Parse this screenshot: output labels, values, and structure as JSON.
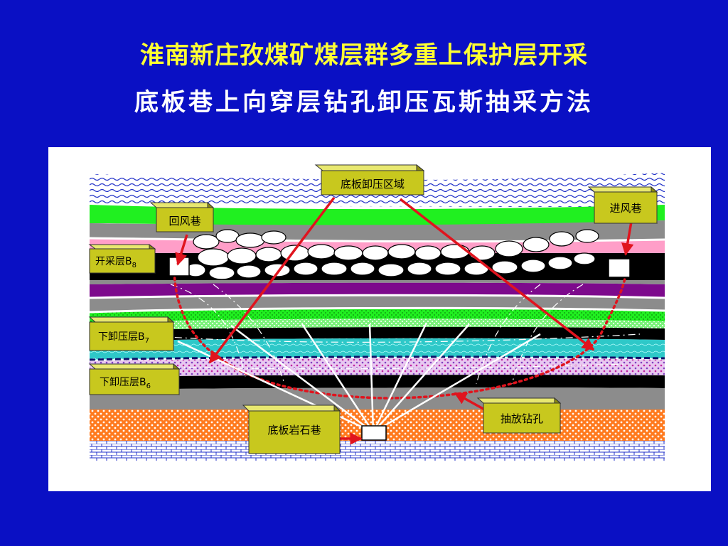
{
  "slide": {
    "title": "淮南新庄孜煤矿煤层群多重上保护层开采",
    "subtitle": "底板巷上向穿层钻孔卸压瓦斯抽采方法"
  },
  "labels": {
    "relief_zone": "底板卸压区域",
    "return_airway": "回风巷",
    "intake_airway": "进风巷",
    "mining_seam": "开采层B",
    "mining_seam_sub": "8",
    "lower_relief_b7": "下卸压层B",
    "lower_relief_b7_sub": "7",
    "lower_relief_b6": "下卸压层B",
    "lower_relief_b6_sub": "6",
    "floor_roadway": "底板岩石巷",
    "drainage_holes": "抽放钻孔"
  },
  "colors": {
    "background": "#0a10c4",
    "title": "#ffff33",
    "label_box": "#c8c81e",
    "arrow": "#e0141e",
    "coal": "#000000",
    "purple_layer": "#7d0a8c",
    "cyan_layer": "#2ec8c8",
    "green_layer": "#20f020",
    "orange_layer": "#ff7a1e",
    "pink_layer": "#ff9ec8"
  }
}
